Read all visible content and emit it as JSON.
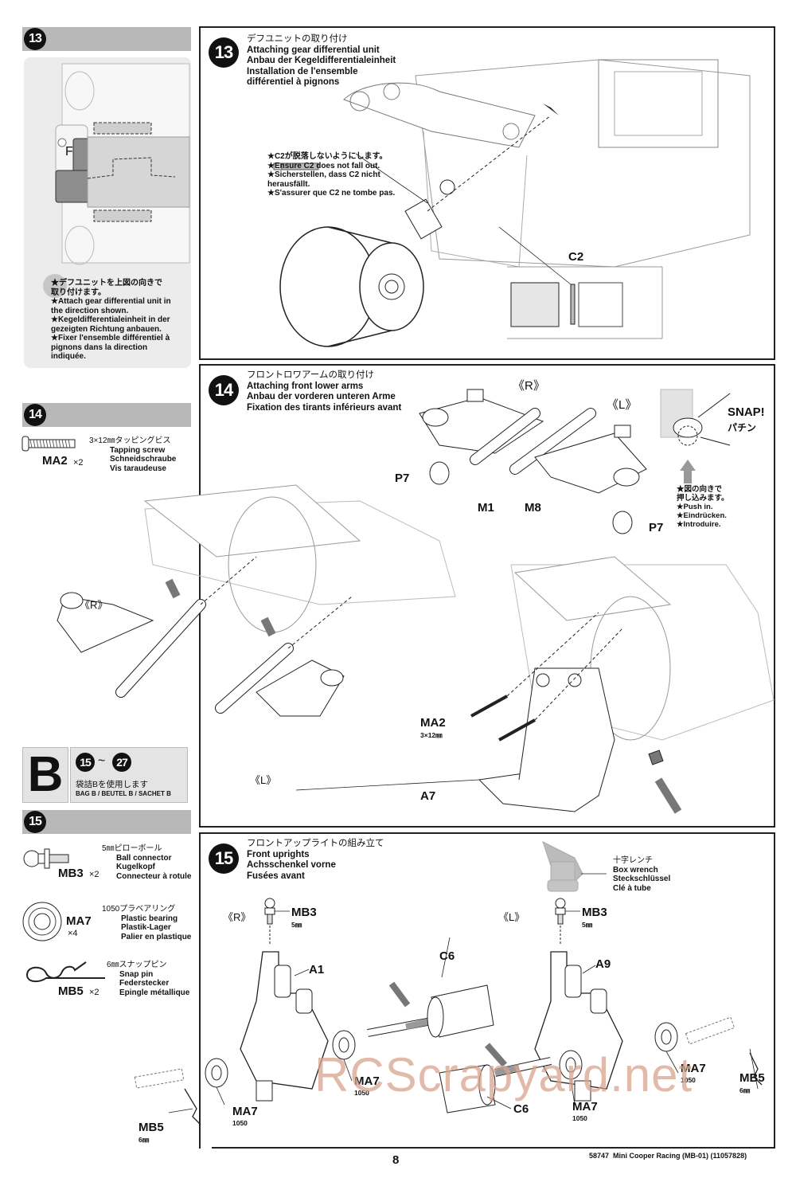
{
  "page": {
    "number": "8",
    "footer": "58747  Mini Cooper Racing (MB-01) (11057828)",
    "watermark": "RCScrapyard.net"
  },
  "sidebar": {
    "step13": {
      "badge": "13",
      "marker_letter": "F",
      "note": [
        "★デフユニットを上図の向きで",
        "取り付けます。",
        "★Attach gear differential unit in",
        "the direction shown.",
        "★Kegeldifferentialeinheit in der",
        "gezeigten Richtung anbauen.",
        "★Fixer l'ensemble différentiel à",
        "pignons dans la direction",
        "indiquée."
      ]
    },
    "step14": {
      "badge": "14",
      "parts": [
        {
          "code": "MA2",
          "qty": "×2",
          "name_jp": "3×12㎜タッピングビス",
          "name_en": "Tapping screw",
          "name_de": "Schneidschraube",
          "name_fr": "Vis taraudeuse"
        }
      ]
    },
    "bag": {
      "letter": "B",
      "range_from": "15",
      "range_sep": "~",
      "range_to": "27",
      "jp": "袋詰Bを使用します",
      "label": "BAG B / BEUTEL B / SACHET B"
    },
    "step15": {
      "badge": "15",
      "parts": [
        {
          "code": "MB3",
          "qty": "×2",
          "name_jp": "5㎜ピローボール",
          "name_en": "Ball connector",
          "name_de": "Kugelkopf",
          "name_fr": "Connecteur à rotule"
        },
        {
          "code": "MA7",
          "qty": "×4",
          "name_jp": "1050プラベアリング",
          "name_en": "Plastic bearing",
          "name_de": "Plastik-Lager",
          "name_fr": "Palier en plastique"
        },
        {
          "code": "MB5",
          "qty": "×2",
          "name_jp": "6㎜スナップピン",
          "name_en": "Snap pin",
          "name_de": "Federstecker",
          "name_fr": "Epingle métallique"
        }
      ]
    }
  },
  "steps": {
    "s13": {
      "badge": "13",
      "title_jp": "デフユニットの取り付け",
      "title_en": "Attaching gear differential unit",
      "title_de": "Anbau der Kegeldifferentialeinheit",
      "title_fr": "Installation de l'ensemble",
      "title_fr2": "différentiel à pignons",
      "note": [
        "★C2が脱落しないようにします。",
        "★Ensure C2 does not fall out.",
        "★Sicherstellen, dass C2 nicht",
        "herausfällt.",
        "★S'assurer que C2 ne tombe pas."
      ],
      "labels": {
        "c2": "C2"
      }
    },
    "s14": {
      "badge": "14",
      "title_jp": "フロントロワアームの取り付け",
      "title_en": "Attaching front lower arms",
      "title_de": "Anbau der vorderen unteren Arme",
      "title_fr": "Fixation des tirants inférieurs avant",
      "labels": {
        "r_top": "《R》",
        "l_top": "《L》",
        "p7a": "P7",
        "p7b": "P7",
        "m1": "M1",
        "m8": "M8",
        "r_mid": "《R》",
        "l_mid": "《L》",
        "ma2": "MA2",
        "ma2_size": "3×12㎜",
        "a7": "A7"
      },
      "snap": {
        "title": "SNAP!",
        "jp": "パチン",
        "note": [
          "★図の向きで",
          "押し込みます。",
          "★Push in.",
          "★Eindrücken.",
          "★Introduire."
        ]
      }
    },
    "s15": {
      "badge": "15",
      "title_jp": "フロントアップライトの組み立て",
      "title_en": "Front uprights",
      "title_de": "Achsschenkel vorne",
      "title_fr": "Fusées avant",
      "tool": {
        "jp": "十字レンチ",
        "en": "Box wrench",
        "de": "Steckschlüssel",
        "fr": "Clé à tube"
      },
      "labels": {
        "r": "《R》",
        "l": "《L》",
        "mb3a": "MB3",
        "mb3a_size": "5㎜",
        "mb3b": "MB3",
        "mb3b_size": "5㎜",
        "a1": "A1",
        "a9": "A9",
        "c6a": "C6",
        "c6b": "C6",
        "ma7a": "MA7",
        "ma7a_size": "1050",
        "ma7b": "MA7",
        "ma7b_size": "1050",
        "ma7c": "MA7",
        "ma7c_size": "1050",
        "ma7d": "MA7",
        "ma7d_size": "1050",
        "mb5a": "MB5",
        "mb5a_size": "6㎜",
        "mb5b": "MB5",
        "mb5b_size": "6㎜"
      }
    }
  }
}
